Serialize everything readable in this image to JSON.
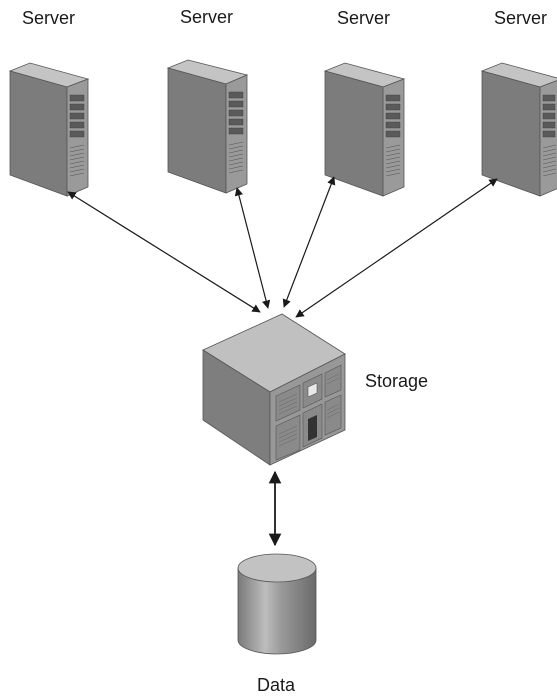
{
  "diagram": {
    "servers": [
      {
        "label": "Server"
      },
      {
        "label": "Server"
      },
      {
        "label": "Server"
      },
      {
        "label": "Server"
      }
    ],
    "storage": {
      "label": "Storage"
    },
    "data": {
      "label": "Data"
    },
    "colors": {
      "device_front": "#8a8a8a",
      "device_side": "#6f6f6f",
      "device_top": "#b8b8b8",
      "arrow": "#1a1a1a"
    }
  }
}
